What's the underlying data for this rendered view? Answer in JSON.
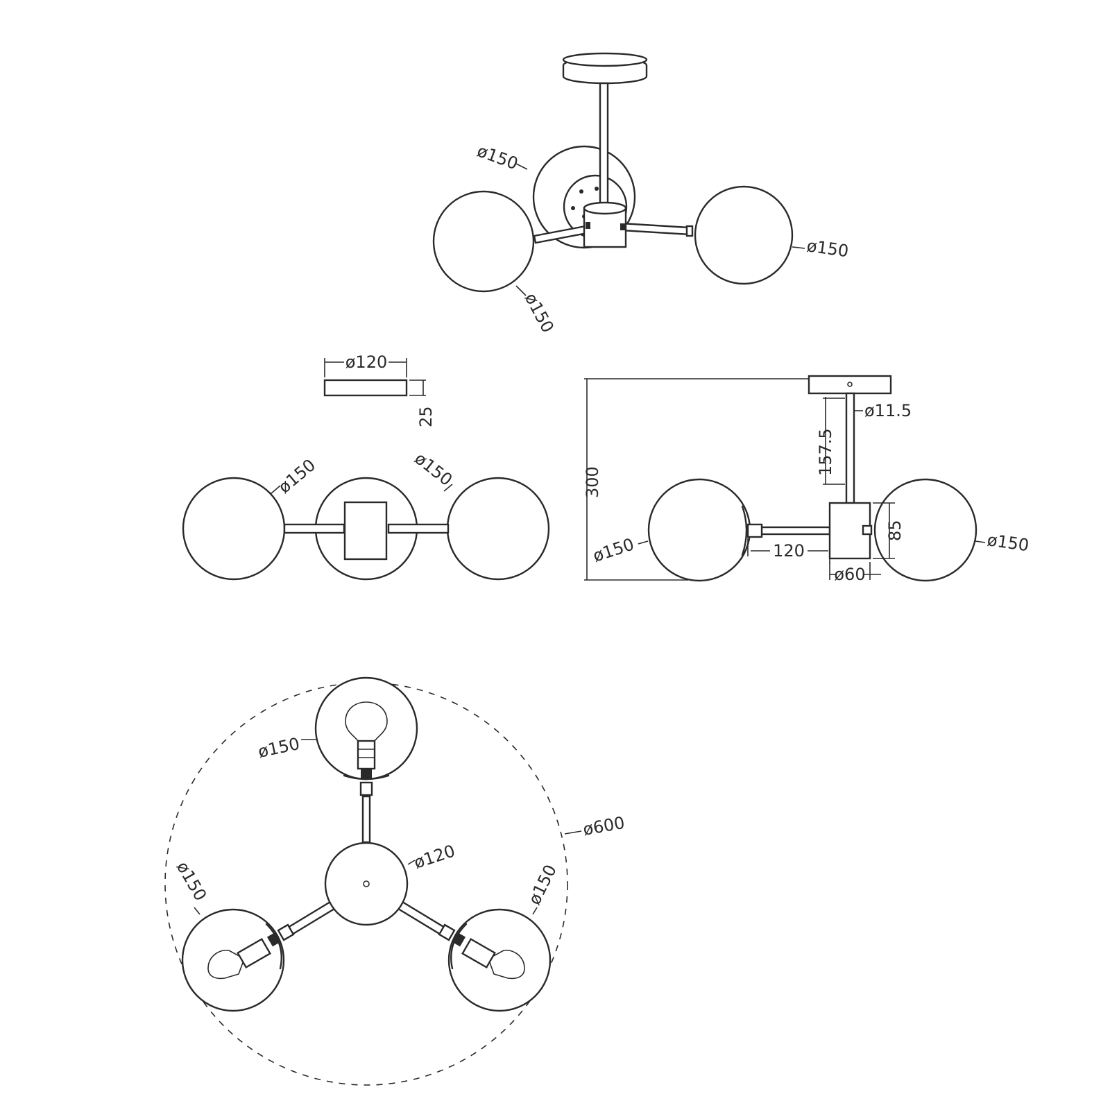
{
  "perspective_view": {
    "labels": {
      "globe_back": "ø150",
      "globe_right": "ø150",
      "globe_left": "ø150"
    }
  },
  "canopy_detail": {
    "diameter_label": "ø120",
    "height_label": "25"
  },
  "front_view": {
    "labels": {
      "globe_left": "ø150",
      "globe_mid": "ø150"
    }
  },
  "side_view": {
    "labels": {
      "overall_height": "300",
      "rod_length": "157.5",
      "rod_diameter": "ø11.5",
      "hub_height": "85",
      "arm_length": "120",
      "hub_diameter": "ø60",
      "globe_left": "ø150",
      "globe_right": "ø150"
    }
  },
  "top_view": {
    "labels": {
      "globe_top": "ø150",
      "overall_span": "ø600",
      "canopy": "ø120",
      "globe_left": "ø150",
      "globe_right": "ø150"
    }
  }
}
